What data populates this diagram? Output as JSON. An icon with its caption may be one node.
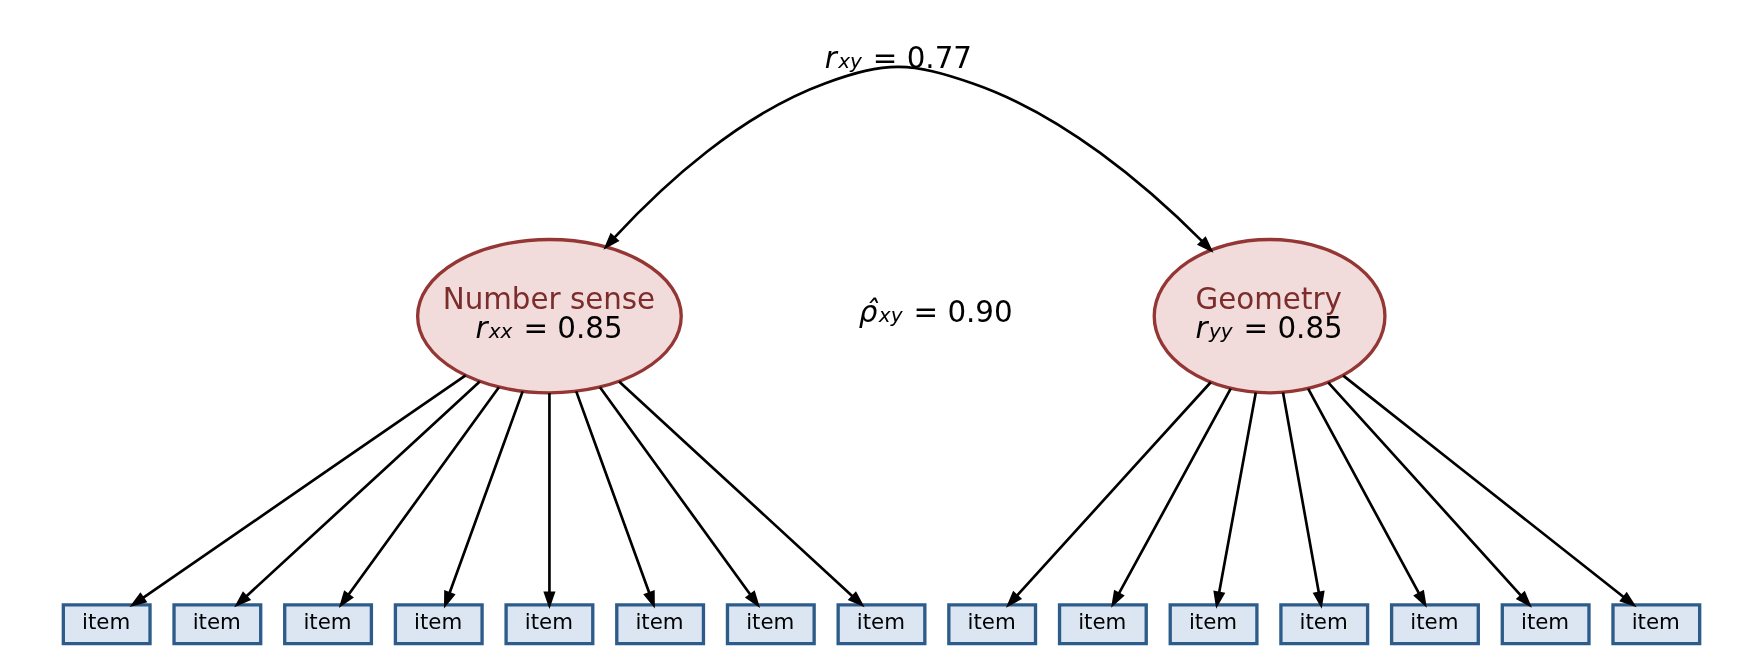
{
  "diagram": {
    "nodes": [
      {
        "text": [
          "Number sense",
          "*r*$_{xx}$ = 0.85"
        ]
      },
      {
        "text": [
          "Geometry",
          "*r*$_{yy}$ = 0.85"
        ]
      },
      {
        "text": [
          "item"
        ]
      },
      {
        "text": [
          "item"
        ]
      },
      {
        "text": [
          "item"
        ]
      },
      {
        "text": [
          "item"
        ]
      },
      {
        "text": [
          "item"
        ]
      },
      {
        "text": [
          "item"
        ]
      },
      {
        "text": [
          "item"
        ]
      },
      {
        "text": [
          "item"
        ]
      },
      {
        "text": [
          "item"
        ]
      },
      {
        "text": [
          "item"
        ]
      },
      {
        "text": [
          "item"
        ]
      },
      {
        "text": [
          "item"
        ]
      },
      {
        "text": [
          "item"
        ]
      },
      {
        "text": [
          "item"
        ]
      },
      {
        "text": [
          "item"
        ]
      }
    ],
    "edges": [
      {
        "from": 0,
        "to": 1,
        "arrow": "both",
        "label": "*r*$_{xy}$ = 0.77"
      },
      {
        "from": 0,
        "to": 2,
        "arrow": "to"
      },
      {
        "from": 0,
        "to": 3,
        "arrow": "to"
      },
      {
        "from": 0,
        "to": 4,
        "arrow": "to"
      },
      {
        "from": 0,
        "to": 5,
        "arrow": "to"
      },
      {
        "from": 0,
        "to": 6,
        "arrow": "to"
      },
      {
        "from": 0,
        "to": 7,
        "arrow": "to"
      },
      {
        "from": 0,
        "to": 8,
        "arrow": "to"
      },
      {
        "from": 0,
        "to": 9,
        "arrow": "to"
      },
      {
        "from": 1,
        "to": 10,
        "arrow": "to"
      },
      {
        "from": 1,
        "to": 11,
        "arrow": "to"
      },
      {
        "from": 1,
        "to": 12,
        "arrow": "to"
      },
      {
        "from": 1,
        "to": 13,
        "arrow": "to"
      },
      {
        "from": 1,
        "to": 14,
        "arrow": "to"
      },
      {
        "from": 1,
        "to": 15,
        "arrow": "to"
      },
      {
        "from": 1,
        "to": 16,
        "arrow": "to"
      }
    ],
    "labels": [
      "*ρ̂*$_{xy}$ = 0.90"
    ]
  }
}
